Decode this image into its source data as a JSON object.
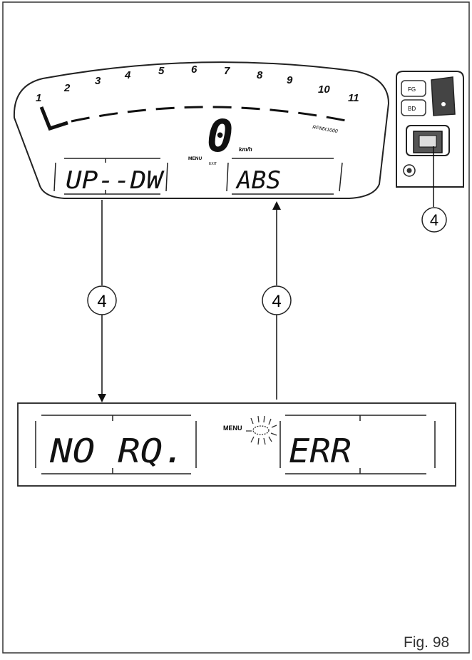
{
  "dashboard": {
    "rpm_scale": [
      "1",
      "2",
      "3",
      "4",
      "5",
      "6",
      "7",
      "8",
      "9",
      "10",
      "11"
    ],
    "rpm_unit": "RPMX1000",
    "speed_value": "0",
    "speed_unit": "km/h",
    "menu_label": "MENU",
    "exit_label": "EXIT",
    "left_display": "UP--DW",
    "right_display": "ABS"
  },
  "switch_panel": {
    "top_button_label": "FG",
    "bottom_button_label": "BD"
  },
  "callouts": {
    "switch_callout": "4",
    "left_arrow_callout": "4",
    "right_arrow_callout": "4"
  },
  "lower_display": {
    "left_text": "NO RQ.",
    "menu_label": "MENU",
    "right_text": "ERR"
  },
  "figure_label": "Fig. 98"
}
